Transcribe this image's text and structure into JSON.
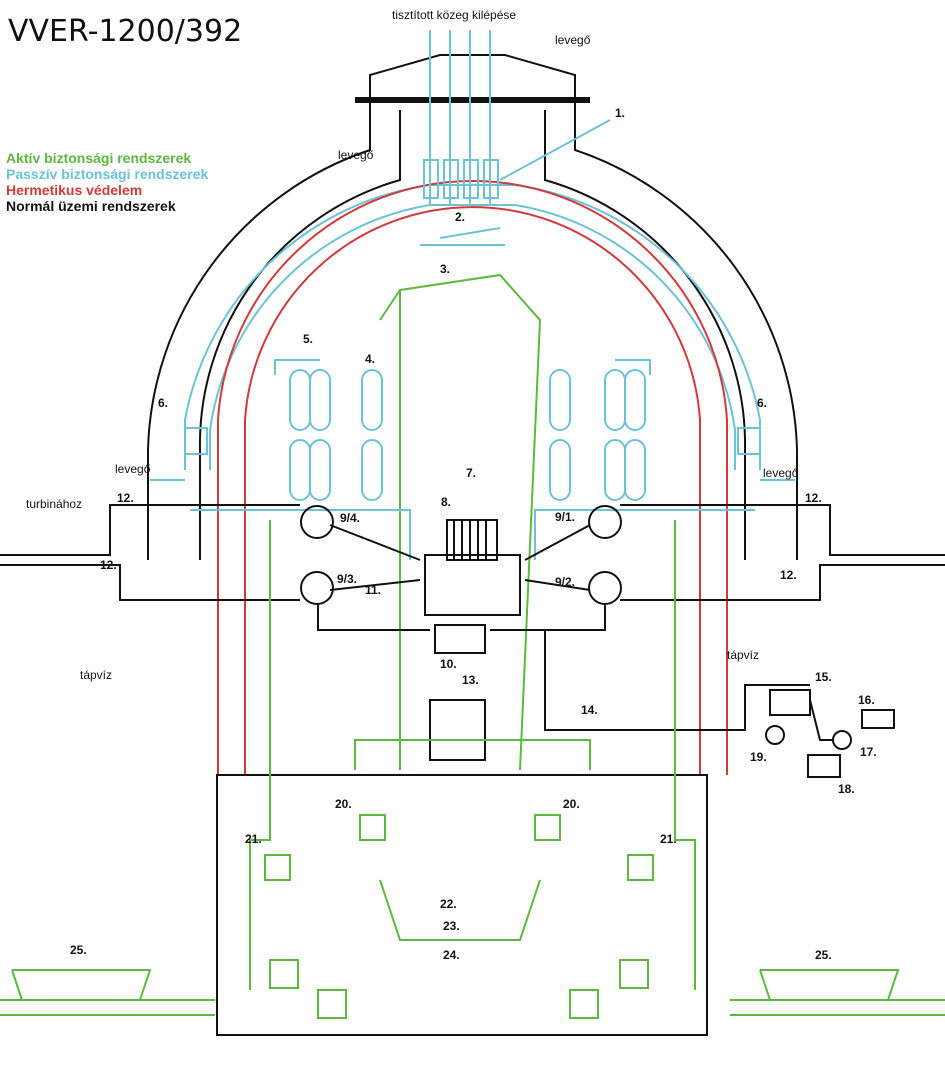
{
  "title": "VVER-1200/392",
  "top_label": "tisztított közeg kilépése",
  "legend": [
    {
      "label": "Aktív biztonsági rendszerek",
      "color": "#5cb83f"
    },
    {
      "label": "Passzív biztonsági rendszerek",
      "color": "#6cc3d5"
    },
    {
      "label": "Hermetikus védelem",
      "color": "#d23a3a"
    },
    {
      "label": "Normál üzemi rendszerek",
      "color": "#111111"
    }
  ],
  "labels": {
    "air": "levegő",
    "turbine": "turbinához",
    "feedwater": "tápvíz"
  },
  "numbers": {
    "n1": "1.",
    "n2": "2.",
    "n3": "3.",
    "n4": "4.",
    "n5": "5.",
    "n6": "6.",
    "n7": "7.",
    "n8": "8.",
    "n91": "9/1.",
    "n92": "9/2.",
    "n93": "9/3.",
    "n94": "9/4.",
    "n10": "10.",
    "n11": "11.",
    "n12": "12.",
    "n13": "13.",
    "n14": "14.",
    "n15": "15.",
    "n16": "16.",
    "n17": "17.",
    "n18": "18.",
    "n19": "19.",
    "n20": "20.",
    "n21": "21.",
    "n22": "22.",
    "n23": "23.",
    "n24": "24.",
    "n25": "25."
  },
  "colors": {
    "active": "#5cb83f",
    "passive": "#6cc3d5",
    "hermetic": "#d23a3a",
    "normal": "#111111"
  }
}
